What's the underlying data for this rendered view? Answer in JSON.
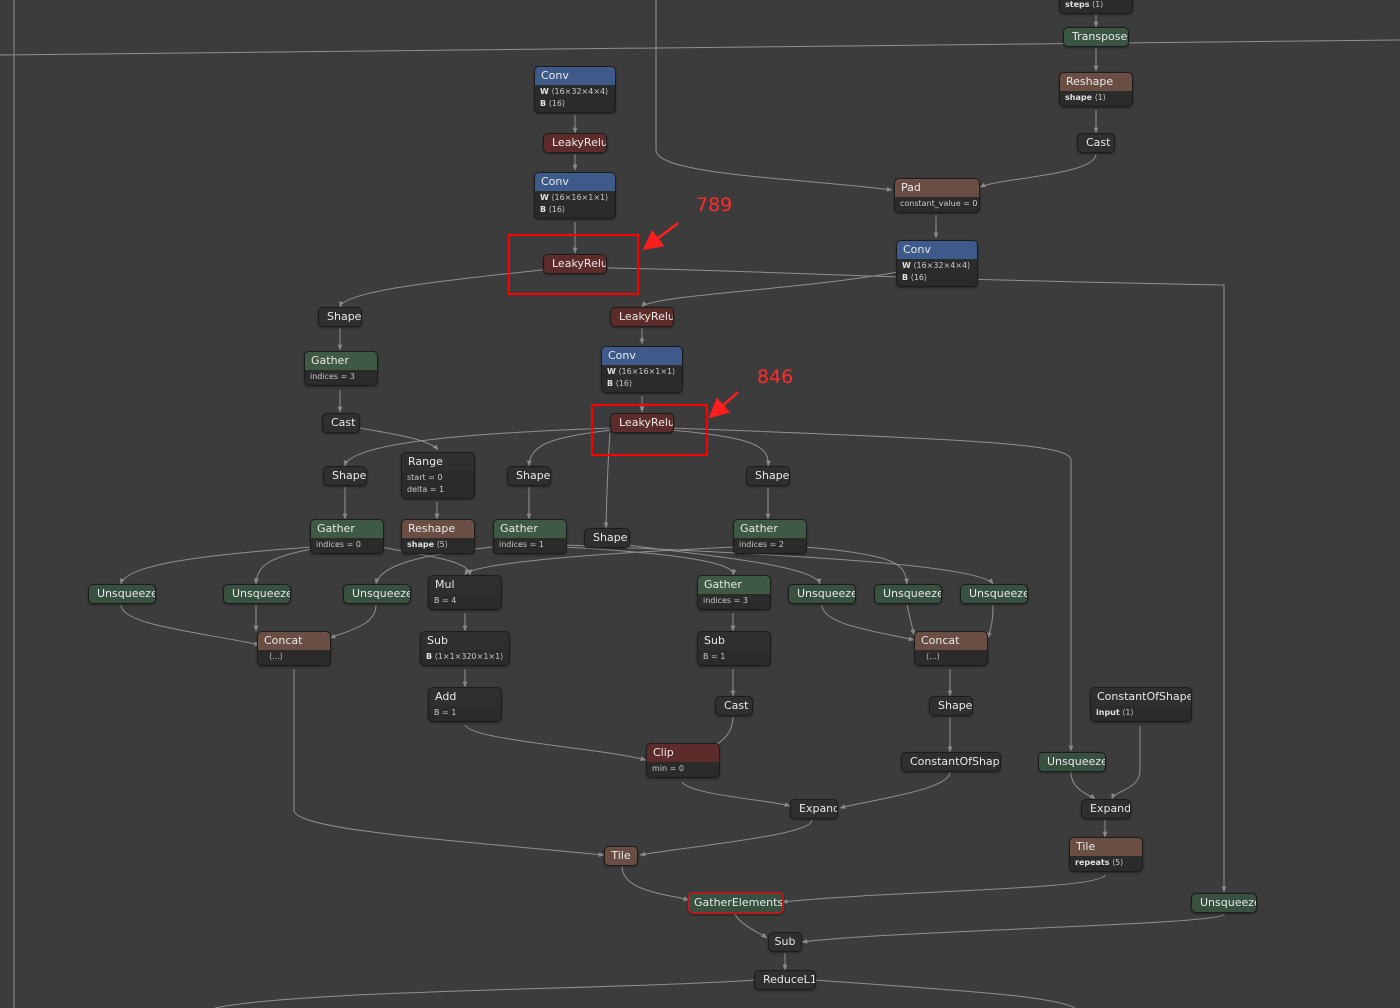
{
  "graph": {
    "nodes": {
      "steps": {
        "title": "",
        "attrs": [
          {
            "k": "steps",
            "v": "⟨1⟩"
          }
        ]
      },
      "transpose": {
        "title": "Transpose"
      },
      "conv1": {
        "title": "Conv",
        "attrs": [
          {
            "k": "W",
            "v": "⟨16×32×4×4⟩"
          },
          {
            "k": "B",
            "v": "⟨16⟩"
          }
        ]
      },
      "relu1": {
        "title": "LeakyRelu"
      },
      "conv2": {
        "title": "Conv",
        "attrs": [
          {
            "k": "W",
            "v": "⟨16×16×1×1⟩"
          },
          {
            "k": "B",
            "v": "⟨16⟩"
          }
        ]
      },
      "relu2": {
        "title": "LeakyRelu"
      },
      "reshape_top": {
        "title": "Reshape",
        "attrs": [
          {
            "k": "shape",
            "v": "⟨1⟩"
          }
        ]
      },
      "cast_top": {
        "title": "Cast"
      },
      "pad": {
        "title": "Pad",
        "attrs": [
          {
            "k": "",
            "v": "constant_value = 0"
          }
        ]
      },
      "conv3": {
        "title": "Conv",
        "attrs": [
          {
            "k": "W",
            "v": "⟨16×32×4×4⟩"
          },
          {
            "k": "B",
            "v": "⟨16⟩"
          }
        ]
      },
      "shape1": {
        "title": "Shape"
      },
      "relu3": {
        "title": "LeakyRelu"
      },
      "gather1": {
        "title": "Gather",
        "attrs": [
          {
            "k": "",
            "v": "indices = 3"
          }
        ]
      },
      "conv4": {
        "title": "Conv",
        "attrs": [
          {
            "k": "W",
            "v": "⟨16×16×1×1⟩"
          },
          {
            "k": "B",
            "v": "⟨16⟩"
          }
        ]
      },
      "cast1": {
        "title": "Cast"
      },
      "relu4": {
        "title": "LeakyRelu"
      },
      "shape2": {
        "title": "Shape"
      },
      "range": {
        "title": "Range",
        "attrs": [
          {
            "k": "",
            "v": "start = 0"
          },
          {
            "k": "",
            "v": "delta = 1"
          }
        ]
      },
      "shape3": {
        "title": "Shape"
      },
      "shape4": {
        "title": "Shape"
      },
      "gather2": {
        "title": "Gather",
        "attrs": [
          {
            "k": "",
            "v": "indices = 0"
          }
        ]
      },
      "reshape2": {
        "title": "Reshape",
        "attrs": [
          {
            "k": "shape",
            "v": "⟨5⟩"
          }
        ]
      },
      "gather3": {
        "title": "Gather",
        "attrs": [
          {
            "k": "",
            "v": "indices = 1"
          }
        ]
      },
      "shape5": {
        "title": "Shape"
      },
      "gather4": {
        "title": "Gather",
        "attrs": [
          {
            "k": "",
            "v": "indices = 2"
          }
        ]
      },
      "unsq1": {
        "title": "Unsqueeze"
      },
      "unsq2": {
        "title": "Unsqueeze"
      },
      "unsq3": {
        "title": "Unsqueeze"
      },
      "mul": {
        "title": "Mul",
        "attrs": [
          {
            "k": "",
            "v": "B = 4"
          }
        ]
      },
      "gather5": {
        "title": "Gather",
        "attrs": [
          {
            "k": "",
            "v": "indices = 3"
          }
        ]
      },
      "unsq4": {
        "title": "Unsqueeze"
      },
      "unsq5": {
        "title": "Unsqueeze"
      },
      "unsq6": {
        "title": "Unsqueeze"
      },
      "concat1": {
        "title": "Concat",
        "attrs": [
          {
            "k": "",
            "v": "⟨...⟩"
          }
        ]
      },
      "sub1": {
        "title": "Sub",
        "attrs": [
          {
            "k": "B",
            "v": "⟨1×1×320×1×1⟩"
          }
        ]
      },
      "sub2": {
        "title": "Sub",
        "attrs": [
          {
            "k": "",
            "v": "B = 1"
          }
        ]
      },
      "concat2": {
        "title": "Concat",
        "attrs": [
          {
            "k": "",
            "v": "⟨...⟩"
          }
        ]
      },
      "add": {
        "title": "Add",
        "attrs": [
          {
            "k": "",
            "v": "B = 1"
          }
        ]
      },
      "cast2": {
        "title": "Cast"
      },
      "shape6": {
        "title": "Shape"
      },
      "cos1": {
        "title": "ConstantOfShape",
        "attrs": [
          {
            "k": "input",
            "v": "⟨1⟩"
          }
        ]
      },
      "clip": {
        "title": "Clip",
        "attrs": [
          {
            "k": "",
            "v": "min = 0"
          }
        ]
      },
      "cos2": {
        "title": "ConstantOfShape"
      },
      "unsq7": {
        "title": "Unsqueeze"
      },
      "expand1": {
        "title": "Expand"
      },
      "expand2": {
        "title": "Expand"
      },
      "tile1": {
        "title": "Tile"
      },
      "tile2": {
        "title": "Tile",
        "attrs": [
          {
            "k": "repeats",
            "v": "⟨5⟩"
          }
        ]
      },
      "gatherel": {
        "title": "GatherElements"
      },
      "unsq8": {
        "title": "Unsqueeze"
      },
      "sub3": {
        "title": "Sub"
      },
      "reducel1": {
        "title": "ReduceL1"
      }
    },
    "annotations": {
      "a1": "789",
      "a2": "846"
    }
  },
  "colors": {
    "background": "#3c3c3c",
    "conv": "#3d5a8a",
    "leakyrelu": "#5e2b2b",
    "gather": "#3e5a44",
    "reshape": "#6a4e44",
    "highlight": "#ff0000"
  }
}
